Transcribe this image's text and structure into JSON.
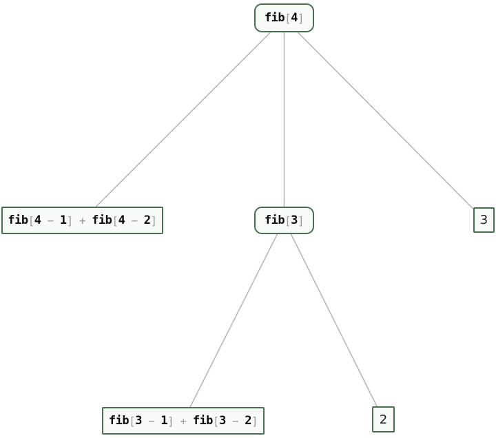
{
  "diagram": {
    "type": "tree",
    "colors": {
      "node_border": "#496f51",
      "node_fill": "#f7faf7",
      "edge": "#b5b3ae",
      "code_text": "#0a0a0a",
      "operator_text": "#9c9c98",
      "leaf_text": "#222222"
    },
    "nodes": [
      {
        "id": "fib4",
        "label": "fib[4]",
        "shape": "rounded",
        "parts": [
          {
            "text": "fib",
            "style": "code"
          },
          {
            "text": "[",
            "style": "dim"
          },
          {
            "text": "4",
            "style": "code"
          },
          {
            "text": "]",
            "style": "dim"
          }
        ]
      },
      {
        "id": "fib4-expansion",
        "label": "fib[4 − 1] + fib[4 − 2]",
        "shape": "rect",
        "parts": [
          {
            "text": "fib",
            "style": "code"
          },
          {
            "text": "[",
            "style": "dim"
          },
          {
            "text": "4",
            "style": "code"
          },
          {
            "text": " − ",
            "style": "dim"
          },
          {
            "text": "1",
            "style": "code"
          },
          {
            "text": "]",
            "style": "dim"
          },
          {
            "text": " + ",
            "style": "dim"
          },
          {
            "text": "fib",
            "style": "code"
          },
          {
            "text": "[",
            "style": "dim"
          },
          {
            "text": "4",
            "style": "code"
          },
          {
            "text": " − ",
            "style": "dim"
          },
          {
            "text": "2",
            "style": "code"
          },
          {
            "text": "]",
            "style": "dim"
          }
        ]
      },
      {
        "id": "fib3",
        "label": "fib[3]",
        "shape": "rounded",
        "parts": [
          {
            "text": "fib",
            "style": "code"
          },
          {
            "text": "[",
            "style": "dim"
          },
          {
            "text": "3",
            "style": "code"
          },
          {
            "text": "]",
            "style": "dim"
          }
        ]
      },
      {
        "id": "leaf-3",
        "label": "3",
        "shape": "rect",
        "parts": [
          {
            "text": "3",
            "style": "num"
          }
        ]
      },
      {
        "id": "fib3-expansion",
        "label": "fib[3 − 1] + fib[3 − 2]",
        "shape": "rect",
        "parts": [
          {
            "text": "fib",
            "style": "code"
          },
          {
            "text": "[",
            "style": "dim"
          },
          {
            "text": "3",
            "style": "code"
          },
          {
            "text": " − ",
            "style": "dim"
          },
          {
            "text": "1",
            "style": "code"
          },
          {
            "text": "]",
            "style": "dim"
          },
          {
            "text": " + ",
            "style": "dim"
          },
          {
            "text": "fib",
            "style": "code"
          },
          {
            "text": "[",
            "style": "dim"
          },
          {
            "text": "3",
            "style": "code"
          },
          {
            "text": " − ",
            "style": "dim"
          },
          {
            "text": "2",
            "style": "code"
          },
          {
            "text": "]",
            "style": "dim"
          }
        ]
      },
      {
        "id": "leaf-2",
        "label": "2",
        "shape": "rect",
        "parts": [
          {
            "text": "2",
            "style": "num"
          }
        ]
      }
    ],
    "edges": [
      {
        "from": "fib4",
        "to": "fib4-expansion"
      },
      {
        "from": "fib4",
        "to": "fib3"
      },
      {
        "from": "fib4",
        "to": "leaf-3"
      },
      {
        "from": "fib3",
        "to": "fib3-expansion"
      },
      {
        "from": "fib3",
        "to": "leaf-2"
      }
    ]
  }
}
